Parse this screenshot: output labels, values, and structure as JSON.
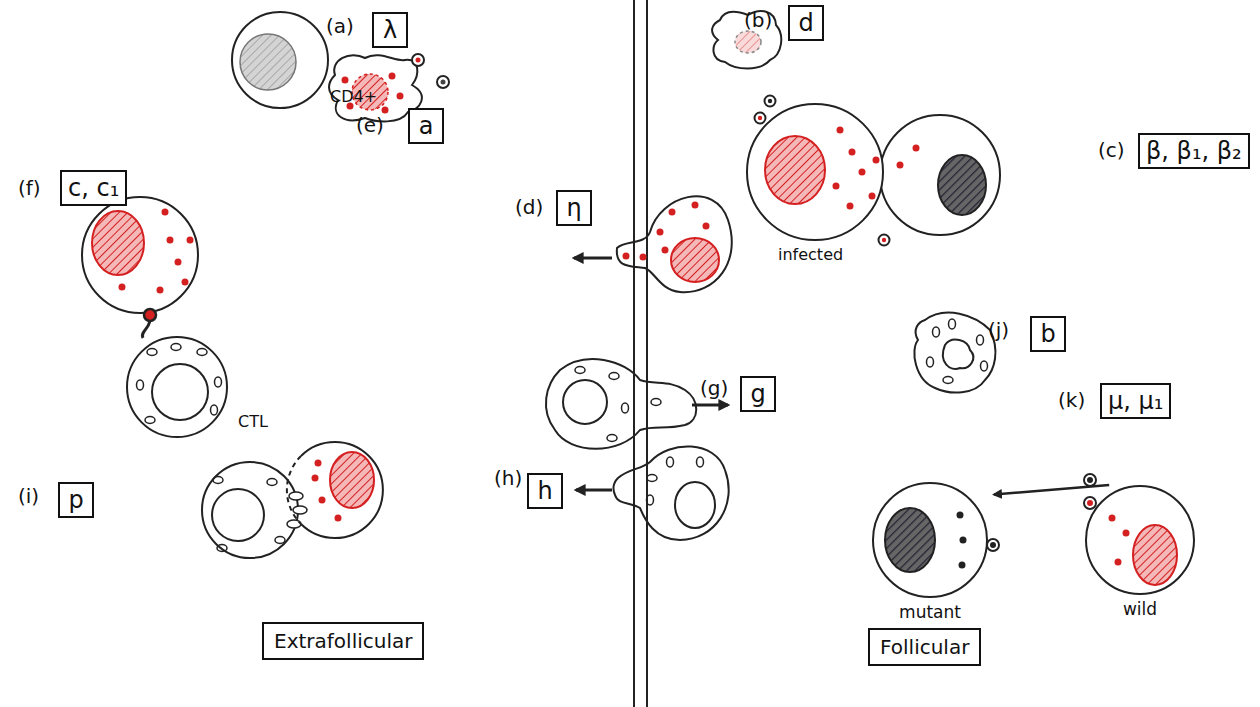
{
  "diagram": {
    "nodes": [
      {
        "text": [
          "λ"
        ]
      },
      {
        "text": [
          "d"
        ]
      },
      {
        "text": [
          "β, β₁, β₂"
        ]
      },
      {
        "text": [
          "c, c₁"
        ]
      },
      {
        "text": [
          "a"
        ]
      },
      {
        "text": [
          "η"
        ]
      },
      {
        "text": [
          "g"
        ]
      },
      {
        "text": [
          "b"
        ]
      },
      {
        "text": [
          "μ, μ₁"
        ]
      },
      {
        "text": [
          "p"
        ]
      },
      {
        "text": [
          "h"
        ]
      },
      {
        "text": [
          "mutant"
        ]
      },
      {
        "text": [
          "wild"
        ]
      },
      {
        "text": [
          "Extrafollicular"
        ]
      },
      {
        "text": [
          "Follicular"
        ]
      }
    ],
    "edges": [
      {
        "from": 12,
        "to": 11,
        "arrow": "to"
      }
    ],
    "labels": [
      "(a)",
      "(b)",
      "(c)",
      "(f)",
      "(e)",
      "(d)",
      "(g)",
      "(j)",
      "(k)",
      "(i)",
      "(h)",
      "CD4+",
      "infected",
      "CTL"
    ]
  }
}
